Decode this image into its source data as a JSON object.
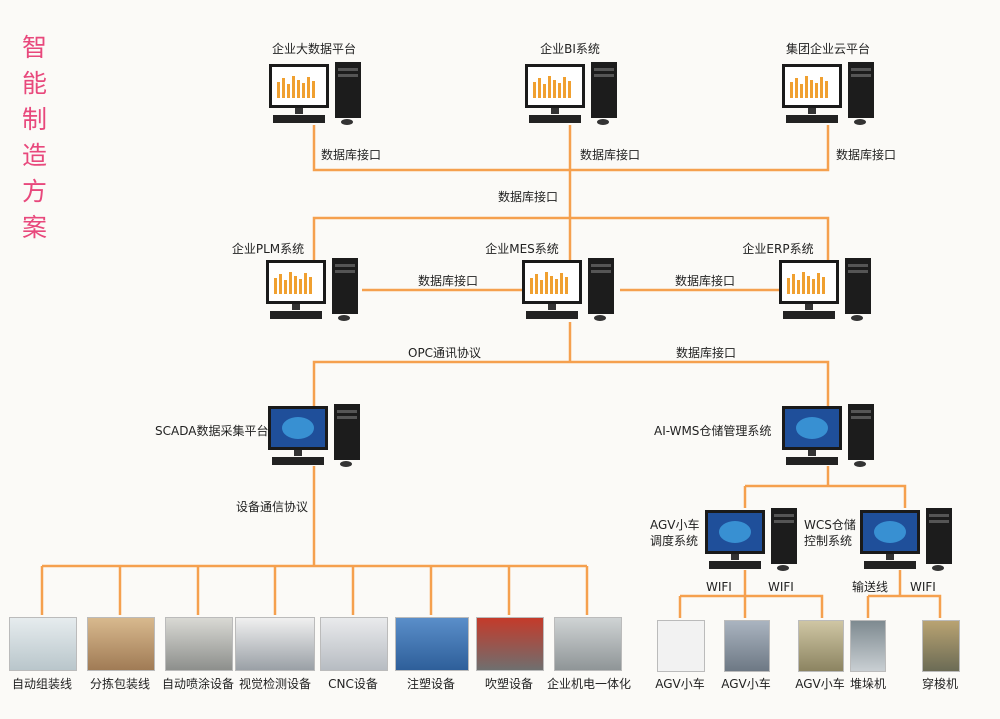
{
  "colors": {
    "title": "#e8487c",
    "line": "#f5a04e"
  },
  "title_chars": [
    "智",
    "能",
    "制",
    "造",
    "方",
    "案"
  ],
  "nodes": {
    "bigdata": "企业大数据平台",
    "bi": "企业BI系统",
    "cloud": "集团企业云平台",
    "plm": "企业PLM系统",
    "mes": "企业MES系统",
    "erp": "企业ERP系统",
    "scada": "SCADA数据采集平台",
    "wms": "AI-WMS仓储管理系统",
    "agv_line1": "AGV小车",
    "agv_line2": "调度系统",
    "wcs_line1": "WCS仓储",
    "wcs_line2": "控制系统"
  },
  "links": {
    "db1": "数据库接口",
    "db2": "数据库接口",
    "db3": "数据库接口",
    "db_mid": "数据库接口",
    "db_plm": "数据库接口",
    "db_erp": "数据库接口",
    "opc": "OPC通讯协议",
    "db_wms": "数据库接口",
    "dev_proto": "设备通信协议",
    "wifi1": "WIFI",
    "wifi2": "WIFI",
    "conveyor": "输送线",
    "wifi3": "WIFI"
  },
  "devices": [
    "自动组装线",
    "分拣包装线",
    "自动喷涂设备",
    "视觉检测设备",
    "CNC设备",
    "注塑设备",
    "吹塑设备",
    "企业机电一体化",
    "AGV小车",
    "AGV小车",
    "AGV小车",
    "堆垛机",
    "穿梭机"
  ]
}
